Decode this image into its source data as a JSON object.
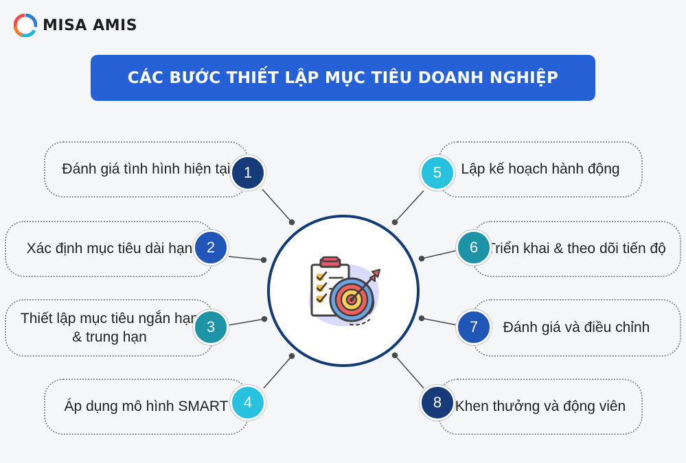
{
  "brand": {
    "name": "MISA AMIS"
  },
  "title": "CÁC BƯỚC THIẾT LẬP MỤC TIÊU DOANH NGHIỆP",
  "steps": [
    {
      "number": "1",
      "label": "Đánh giá tình hình hiện tại",
      "color": "#163b78"
    },
    {
      "number": "2",
      "label": "Xác định mục tiêu dài hạn",
      "color": "#1f56b8"
    },
    {
      "number": "3",
      "label": "Thiết lập mục tiêu ngắn hạn & trung hạn",
      "color": "#1d93a8"
    },
    {
      "number": "4",
      "label": "Áp dụng mô hình SMART",
      "color": "#28c2e0"
    },
    {
      "number": "5",
      "label": "Lập kế hoạch hành động",
      "color": "#28c2e0"
    },
    {
      "number": "6",
      "label": "Triển khai & theo dõi tiến độ",
      "color": "#1d93a8"
    },
    {
      "number": "7",
      "label": "Đánh giá và điều chỉnh",
      "color": "#1f56b8"
    },
    {
      "number": "8",
      "label": "Khen thưởng và động viên",
      "color": "#163b78"
    }
  ],
  "colors": {
    "title_bg": "#2560d6",
    "card_border": "#8f8f8f",
    "center_ring": "#123a74",
    "background": "#f5f6f8"
  },
  "icons": {
    "center": "checklist-target-icon",
    "brand": "misa-amis-logo-icon"
  }
}
